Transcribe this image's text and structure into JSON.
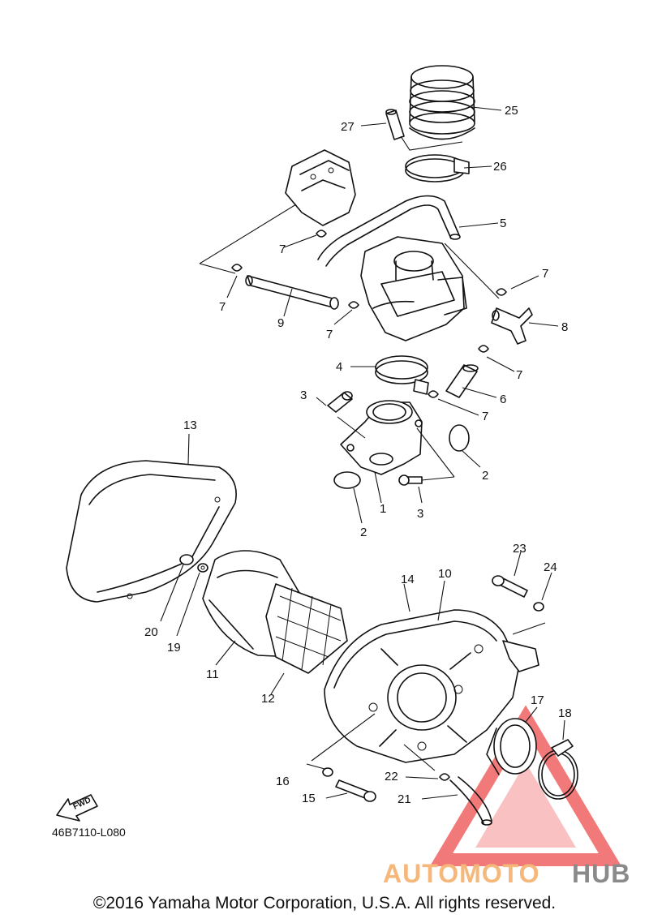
{
  "callouts": {
    "c25": "25",
    "c27": "27",
    "c26": "26",
    "c5": "5",
    "c7a": "7",
    "c7b": "7",
    "c7c": "7",
    "c7d": "7",
    "c7e": "7",
    "c7f": "7",
    "c9": "9",
    "c8": "8",
    "c4": "4",
    "c6": "6",
    "c3a": "3",
    "c3b": "3",
    "c2a": "2",
    "c2b": "2",
    "c1": "1",
    "c13": "13",
    "c14": "14",
    "c10": "10",
    "c23": "23",
    "c24": "24",
    "c20": "20",
    "c19": "19",
    "c11": "11",
    "c12": "12",
    "c17": "17",
    "c18": "18",
    "c16": "16",
    "c15": "15",
    "c22": "22",
    "c21": "21"
  },
  "fwd_label": "FWD",
  "diagram_code": "46B7110-L080",
  "watermark": {
    "left": "AUTOMOTO",
    "right": "HUB"
  },
  "copyright": "©2016 Yamaha Motor Corporation, U.S.A. All rights reserved.",
  "colors": {
    "watermark_orange": "#f5b77a",
    "watermark_red": "#ee4c4c",
    "watermark_gray": "#8a8a8a"
  }
}
